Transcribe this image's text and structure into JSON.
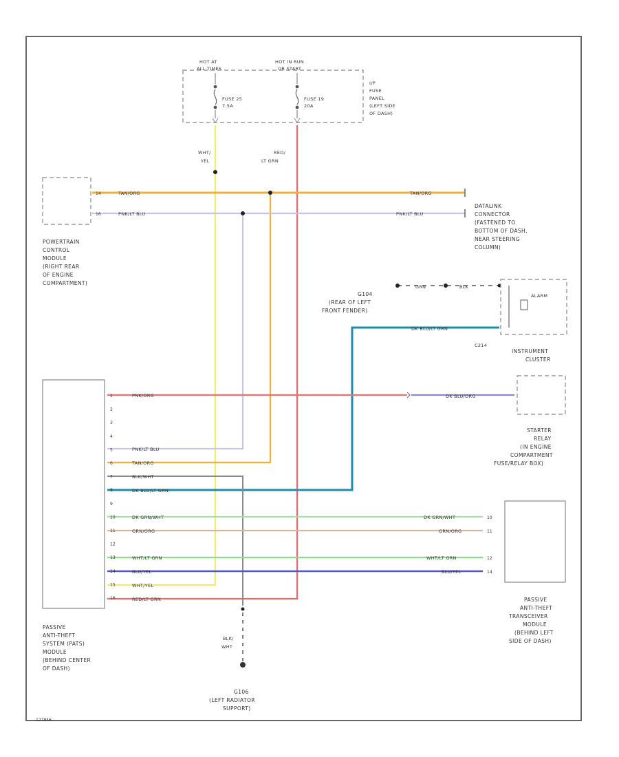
{
  "fuse_panel": {
    "hot_at": [
      "HOT AT",
      "ALL TIMES"
    ],
    "hot_run": [
      "HOT IN RUN",
      "OR START"
    ],
    "fuse_a": [
      "FUSE 25",
      "7.5A"
    ],
    "fuse_b": [
      "FUSE 19",
      "20A"
    ],
    "label": [
      "I/P",
      "FUSE",
      "PANEL",
      "(LEFT SIDE",
      "OF DASH)"
    ]
  },
  "wire_tags": {
    "wht_yel": [
      "WHT/",
      "YEL"
    ],
    "red_ltgrn": [
      "RED/",
      "LT GRN"
    ]
  },
  "pcm": {
    "pins": [
      "14",
      "16"
    ],
    "label": [
      "POWERTRAIN",
      "CONTROL",
      "MODULE",
      "(RIGHT REAR",
      "OF ENGINE",
      "COMPARTMENT)"
    ]
  },
  "dlc_label": [
    "DATALINK",
    "CONNECTOR",
    "(FASTENED TO",
    "BOTTOM OF DASH,",
    "NEAR STEERING",
    "COLUMN)"
  ],
  "wires": {
    "tan_org": "TAN/ORG",
    "pnk_lt_blu": "PNK/LT BLU",
    "dk_blu_lt_grn": "DK BLU/LT GRN",
    "dk_blu_org": "DK BLU/ORG",
    "pnk_org": "PNK/ORG",
    "blk_wht": "BLK/WHT",
    "dk_grn_wht": "DK GRN/WHT",
    "grn_org": "GRN/ORG",
    "wht_lt_grn": "WHT/LT GRN",
    "blu_yel": "BLU/YEL",
    "wht_yel": "WHT/YEL",
    "red_lt_grn": "RED/LT GRN",
    "grn": "GRN",
    "blk": "BLK"
  },
  "ground_g104": [
    "G104",
    "(REAR OF LEFT",
    "FRONT FENDER)"
  ],
  "cluster": {
    "alarm": "ALARM",
    "conn": "C214",
    "label": [
      "INSTRUMENT",
      "CLUSTER"
    ]
  },
  "starter_relay_label": [
    "STARTER",
    "RELAY",
    "(IN ENGINE",
    "COMPARTMENT",
    "FUSE/RELAY BOX)"
  ],
  "pats": {
    "pins": [
      "1",
      "2",
      "3",
      "4",
      "5",
      "6",
      "7",
      "8",
      "9",
      "10",
      "11",
      "12",
      "13",
      "14",
      "15",
      "16"
    ],
    "label": [
      "PASSIVE",
      "ANTI-THEFT",
      "SYSTEM (PATS)",
      "MODULE",
      "(BEHIND CENTER",
      "OF DASH)"
    ]
  },
  "transceiver": {
    "pins": [
      "10",
      "11",
      "12",
      "14"
    ],
    "label": [
      "PASSIVE",
      "ANTI-THEFT",
      "TRANSCEIVER",
      "MODULE",
      "(BEHIND LEFT",
      "SIDE OF DASH)"
    ]
  },
  "ground_g106": {
    "tag": [
      "BLK/",
      "WHT"
    ],
    "label": [
      "G106",
      "(LEFT RADIATOR",
      "SUPPORT)"
    ]
  },
  "figure_id": "127856"
}
